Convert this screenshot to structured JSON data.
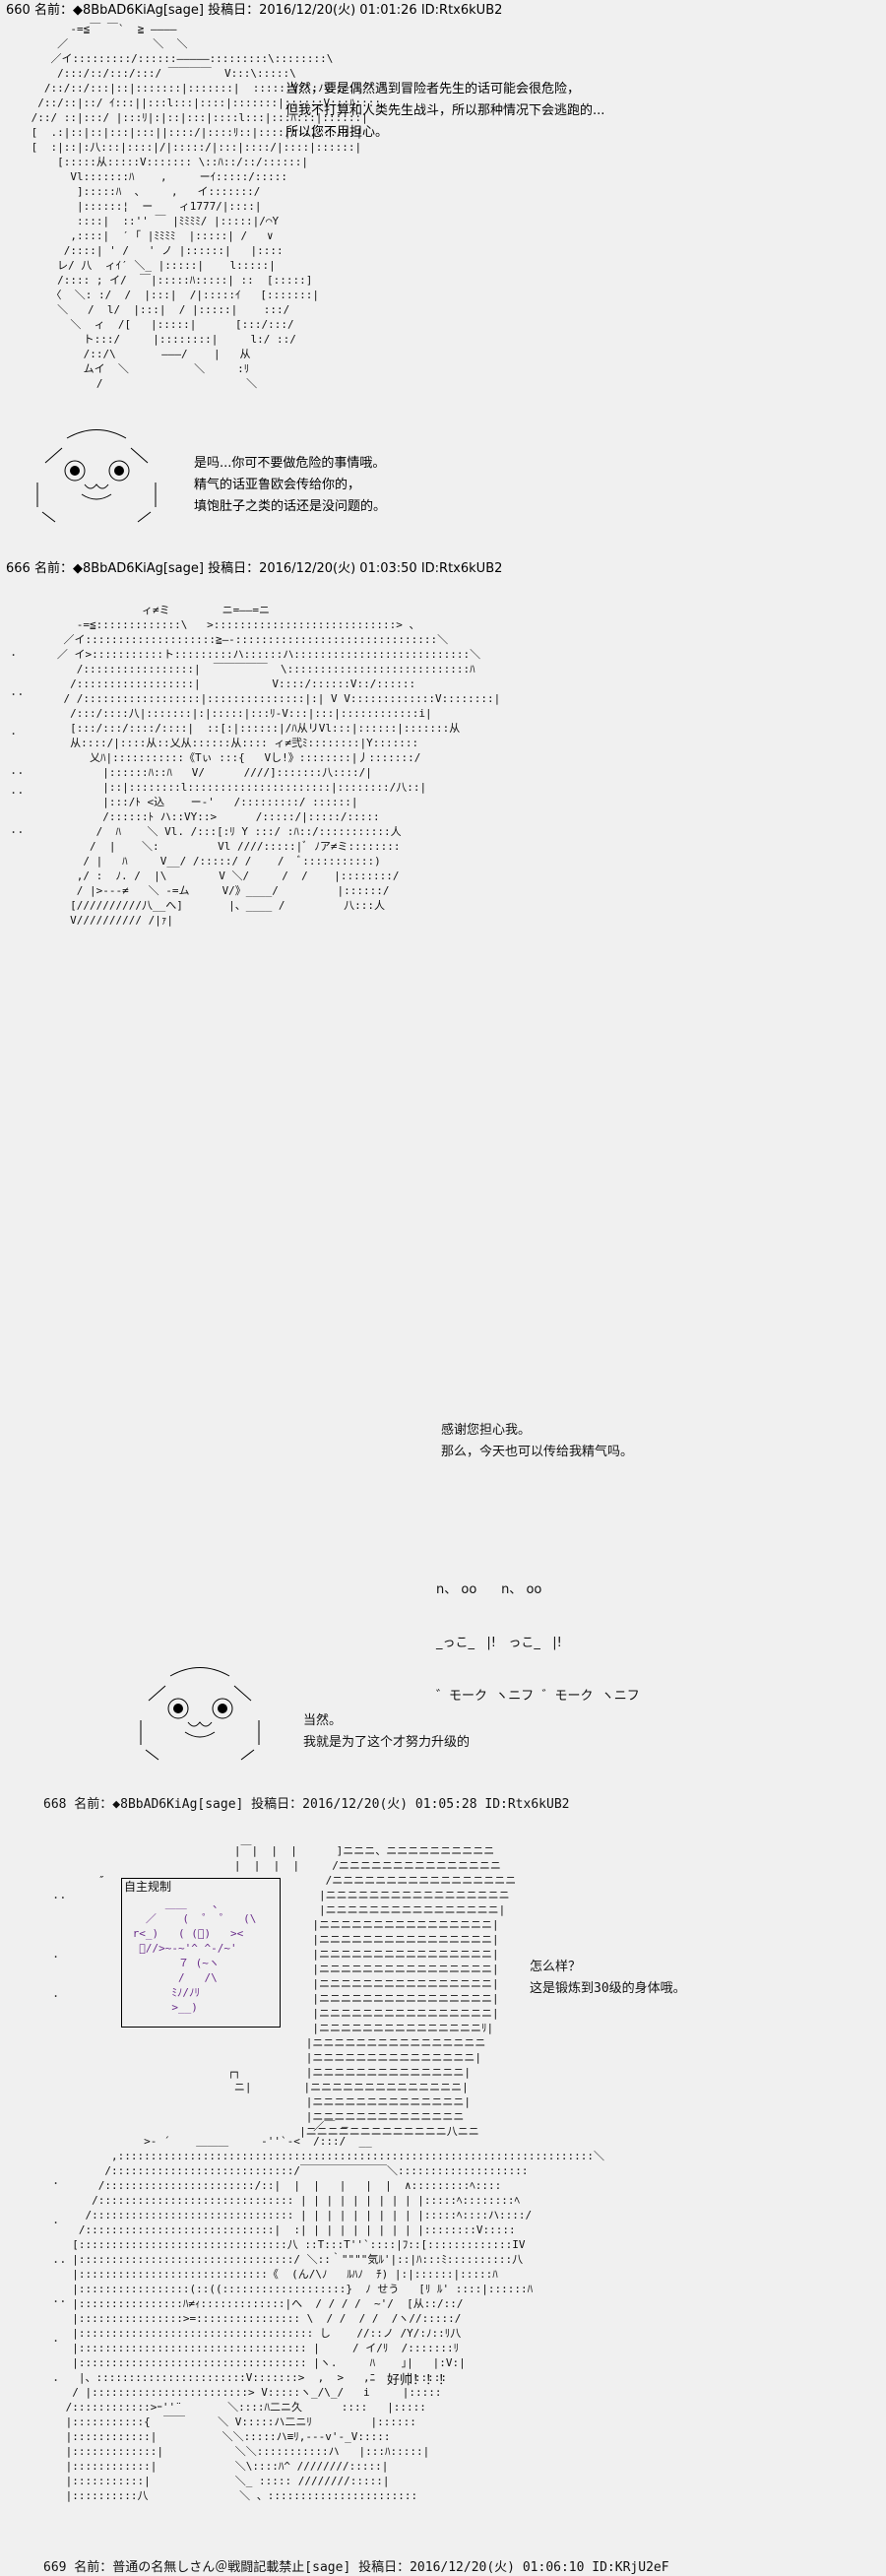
{
  "posts": [
    {
      "header": "660 名前：◆8BbAD6KiAg[sage] 投稿日：2016/12/20(火) 01:01:26 ID:Rtx6kUB2",
      "dialog_1": [
        "当然，要是偶然遇到冒险者先生的话可能会很危险，",
        "但我不打算和人类先生战斗，所以那种情况下会逃跑的...",
        "所以您不用担心。"
      ],
      "dialog_2": [
        "是吗...你可不要做危险的事情哦。",
        "精气的话亚鲁欧会传给你的，",
        "填饱肚子之类的话还是没问题的。"
      ]
    },
    {
      "header": "666 名前：◆8BbAD6KiAg[sage] 投稿日：2016/12/20(火) 01:03:50 ID:Rtx6kUB2",
      "dialog_1": [
        "感谢您担心我。",
        "",
        "那么，今天也可以传给我精气吗。"
      ],
      "sfx": [
        "n、 oo      n、 oo",
        "_っこ_   |!   っこ_   |!",
        "゛モーク  ヽニフ  ゛モーク  ヽニフ"
      ],
      "dialog_2": [
        "当然。",
        "我就是为了这个才努力升级的"
      ]
    },
    {
      "header": "668 名前：◆8BbAD6KiAg[sage] 投稿日：2016/12/20(火) 01:05:28 ID:Rtx6kUB2",
      "panel_title": "自主规制",
      "dialog_1": [
        "怎么样？",
        "这是锻炼到30级的身体哦。"
      ],
      "dialog_2": [
        "好帅！！！"
      ]
    },
    {
      "header": "669 名前：普通の名無しさん＠戦闘記載禁止[sage] 投稿日：2016/12/20(火) 01:06:10 ID:KRjU2eF"
    }
  ]
}
